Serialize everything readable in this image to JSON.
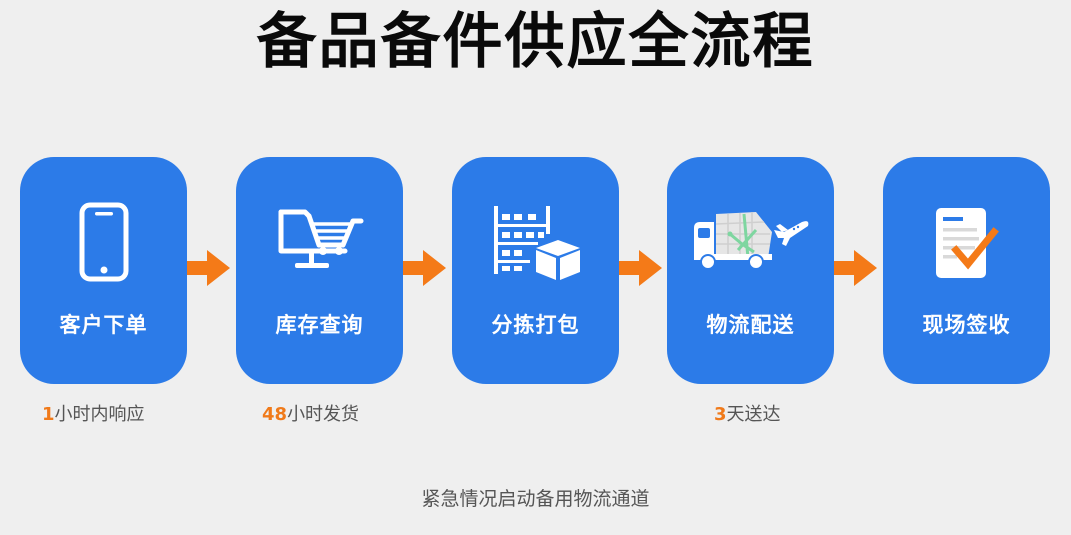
{
  "title": "备品备件供应全流程",
  "colors": {
    "background": "#efefef",
    "card": "#2c7be8",
    "arrow": "#f47a18",
    "highlight": "#f07a1a",
    "text": "#555555",
    "route": "#7ed6a0"
  },
  "steps": [
    {
      "label": "客户下单",
      "icon": "smartphone-icon"
    },
    {
      "label": "库存查询",
      "icon": "shopping-cart-monitor-icon"
    },
    {
      "label": "分拣打包",
      "icon": "warehouse-shelf-box-icon"
    },
    {
      "label": "物流配送",
      "icon": "truck-map-airplane-icon"
    },
    {
      "label": "现场签收",
      "icon": "document-checkmark-icon"
    }
  ],
  "notes": [
    {
      "step": 0,
      "highlight": "1",
      "text": "小时内响应"
    },
    {
      "step": 1,
      "highlight": "48",
      "text": "小时发货"
    },
    {
      "step": 3,
      "highlight": "3",
      "text": "天送达"
    }
  ],
  "footer": "紧急情况启动备用物流通道"
}
